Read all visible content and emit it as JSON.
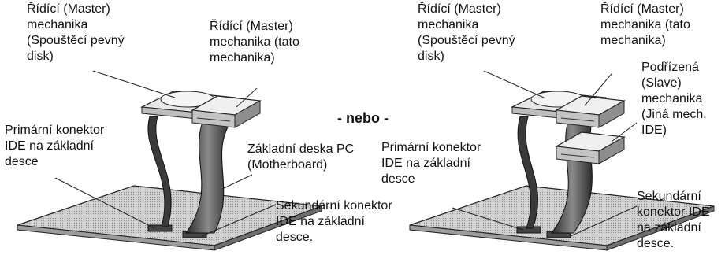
{
  "left": {
    "master_boot": [
      "Řídící (Master)",
      "mechanika",
      "(Spouštěcí pevný",
      "disk)"
    ],
    "master_this": [
      "Řídící (Master)",
      "mechanika (tato",
      "mechanika)"
    ],
    "primary": [
      "Primární konektor",
      "IDE na základní",
      "desce"
    ],
    "motherboard": [
      "Základní deska PC",
      "(Motherboard)"
    ],
    "secondary": [
      "Sekundární konektor",
      "IDE na základní",
      "desce."
    ]
  },
  "separator": "- nebo -",
  "right": {
    "master_boot": [
      "Řídící (Master)",
      "mechanika",
      "(Spouštěcí pevný",
      "disk)"
    ],
    "master_this": [
      "Řídící (Master)",
      "mechanika (tato",
      "mechanika)"
    ],
    "slave": [
      "Podřízená",
      "(Slave)",
      "mechanika",
      "(Jiná mech.",
      "IDE)"
    ],
    "primary": [
      "Primární konektor",
      "IDE na základní",
      "desce"
    ],
    "secondary": [
      "Sekundární",
      "konektor IDE",
      "na základní",
      "desce."
    ]
  }
}
